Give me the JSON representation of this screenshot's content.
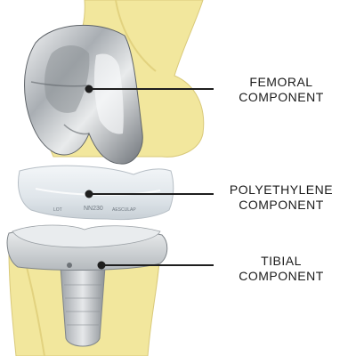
{
  "labels": {
    "femoral": {
      "line1": "FEMORAL",
      "line2": "COMPONENT"
    },
    "polyethylene": {
      "line1": "POLYETHYLENE",
      "line2": "COMPONENT"
    },
    "tibial": {
      "line1": "TIBIAL",
      "line2": "COMPONENT"
    }
  },
  "insert_markings": {
    "text1": "NN230",
    "text2": "AESCULAP",
    "text3": "LOT"
  },
  "colors": {
    "bone": "#f2e79d",
    "bone_shadow": "#d9c97a",
    "metal": "#bfc3c6",
    "metal_dark": "#6e7378",
    "polyethylene": "#dfe6ec",
    "leader": "#1e1e1e"
  }
}
